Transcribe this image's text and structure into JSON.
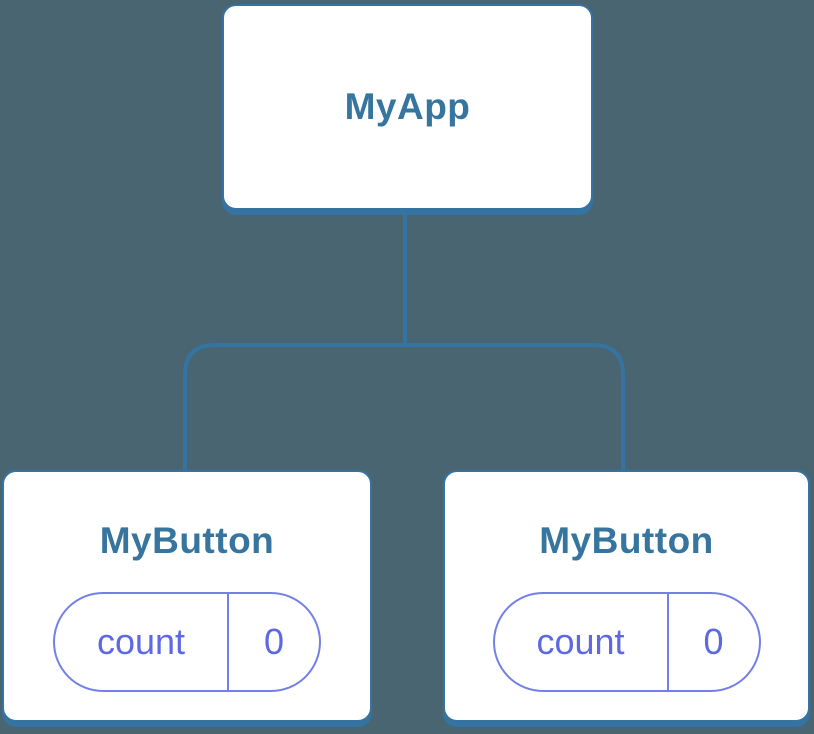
{
  "diagram": {
    "description": "component-tree",
    "root": {
      "label": "MyApp"
    },
    "children": [
      {
        "label": "MyButton",
        "state": {
          "name": "count",
          "value": "0"
        }
      },
      {
        "label": "MyButton",
        "state": {
          "name": "count",
          "value": "0"
        }
      }
    ]
  },
  "colors": {
    "bg": "#4a6572",
    "line": "#3573a2",
    "node-bg": "#ffffff",
    "title": "#35759e",
    "pill-border": "#7380e8",
    "pill-text": "#5c69e1"
  }
}
